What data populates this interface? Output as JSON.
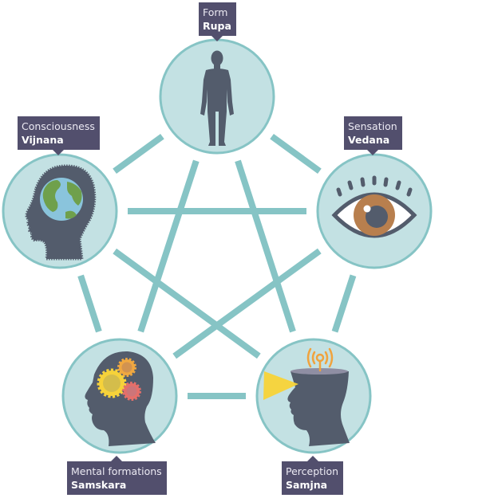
{
  "diagram": {
    "title": "Five Skandhas",
    "colors": {
      "connector": "#86c4c5",
      "circle_fill": "#c3e1e3",
      "circle_stroke": "#86c4c5",
      "label_bg": "#524f6d",
      "silhouette": "#535c6c"
    },
    "nodes": [
      {
        "id": "form",
        "english": "Form",
        "sanskrit": "Rupa",
        "icon": "human-body-icon"
      },
      {
        "id": "sensation",
        "english": "Sensation",
        "sanskrit": "Vedana",
        "icon": "eye-icon"
      },
      {
        "id": "perception",
        "english": "Perception",
        "sanskrit": "Samjna",
        "icon": "head-antenna-icon"
      },
      {
        "id": "mental",
        "english": "Mental formations",
        "sanskrit": "Samskara",
        "icon": "head-gears-icon"
      },
      {
        "id": "consciousness",
        "english": "Consciousness",
        "sanskrit": "Vijnana",
        "icon": "head-globe-icon"
      }
    ],
    "edges": [
      [
        "form",
        "sensation"
      ],
      [
        "form",
        "consciousness"
      ],
      [
        "form",
        "perception"
      ],
      [
        "form",
        "mental"
      ],
      [
        "consciousness",
        "sensation"
      ],
      [
        "consciousness",
        "mental"
      ],
      [
        "consciousness",
        "perception"
      ],
      [
        "sensation",
        "perception"
      ],
      [
        "sensation",
        "mental"
      ],
      [
        "mental",
        "perception"
      ]
    ]
  }
}
